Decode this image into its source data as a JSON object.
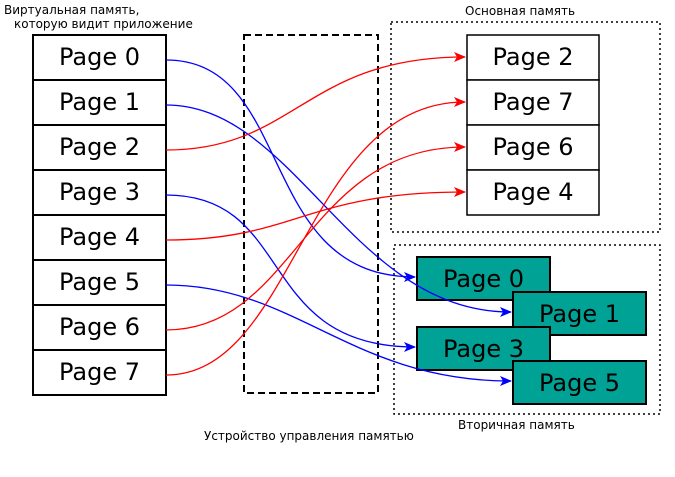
{
  "labels": {
    "virtual_memory_line1": "Виртуальная память,",
    "virtual_memory_line2": "которую видит приложение",
    "main_memory": "Основная память",
    "secondary_memory": "Вторичная память",
    "mmu": "Устройство управления памятью"
  },
  "virtual_pages": [
    "Page 0",
    "Page 1",
    "Page 2",
    "Page 3",
    "Page 4",
    "Page 5",
    "Page 6",
    "Page 7"
  ],
  "main_pages": [
    "Page 2",
    "Page 7",
    "Page 6",
    "Page 4"
  ],
  "secondary_pages": [
    "Page 0",
    "Page 1",
    "Page 3",
    "Page 5"
  ],
  "mappings": [
    {
      "from": "Page 0",
      "to_store": "secondary",
      "to": "Page 0"
    },
    {
      "from": "Page 1",
      "to_store": "secondary",
      "to": "Page 1"
    },
    {
      "from": "Page 2",
      "to_store": "main",
      "to": "Page 2"
    },
    {
      "from": "Page 3",
      "to_store": "secondary",
      "to": "Page 3"
    },
    {
      "from": "Page 4",
      "to_store": "main",
      "to": "Page 4"
    },
    {
      "from": "Page 5",
      "to_store": "secondary",
      "to": "Page 5"
    },
    {
      "from": "Page 6",
      "to_store": "main",
      "to": "Page 6"
    },
    {
      "from": "Page 7",
      "to_store": "main",
      "to": "Page 7"
    }
  ],
  "colors": {
    "main_memory_link": "#ff0000",
    "secondary_memory_link": "#0000ff",
    "secondary_page_fill": "#00a295",
    "page_fill": "#ffffff",
    "outline": "#000000"
  }
}
